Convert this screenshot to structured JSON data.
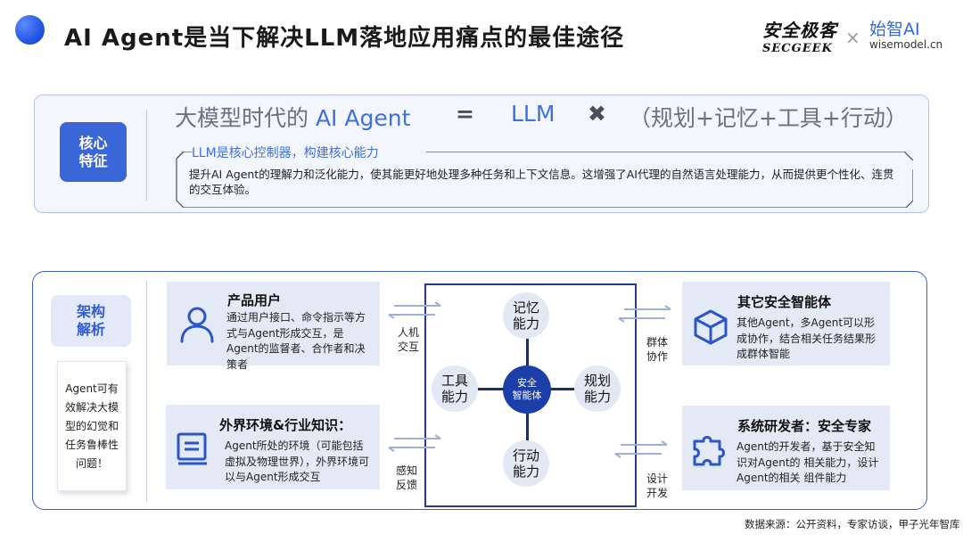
{
  "header": {
    "title": "AI Agent是当下解决LLM落地应用痛点的最佳途径",
    "logo_secgeek_cn": "安全极客",
    "logo_secgeek_en": "SECGEEK",
    "logo_sep": "×",
    "logo_wise_top": "始智AI",
    "logo_wise_bottom": "wisemodel.cn"
  },
  "core": {
    "tag": "核心\n特征",
    "formula_prefix": "大模型时代的 ",
    "formula_ai_agent": "AI Agent",
    "formula_eq": "=",
    "formula_llm": "LLM",
    "formula_times": "✖",
    "formula_plan": "（规划+记忆+工具+行动）",
    "subheading": "LLM是核心控制器，构建核心能力",
    "description": "提升AI Agent的理解力和泛化能力，使其能更好地处理多种任务和上下文信息。这增强了AI代理的自然语言处理能力，从而提供更个性化、连贯的交互体验。"
  },
  "arch": {
    "tag": "架构\n解析",
    "note": "Agent可有效解决大模型的幻觉和任务鲁棒性问题！",
    "cards": {
      "product_users": {
        "title": "产品用户",
        "desc": "通过用户接口、命令指示等方式与Agent形成交互，是Agent的监督者、合作者和决策者",
        "icon": "user-icon"
      },
      "environment": {
        "title": "外界环境&行业知识：",
        "desc": "Agent所处的环境（可能包括虚拟及物理世界），外界环境可以与Agent形成交互",
        "icon": "book-icon"
      },
      "other_agents": {
        "title": "其它安全智能体",
        "desc": "其他Agent，多Agent可以形成协作，结合相关任务结果形成群体智能",
        "icon": "cube-icon"
      },
      "system_dev": {
        "title": "系统研发者：安全专家",
        "desc": "Agent的开发者，基于安全知识对Agent的 相关能力，设计Agent的相关 组件能力",
        "icon": "puzzle-icon"
      }
    },
    "center": {
      "hub": "安全\n智能体",
      "memory": "记忆\n能力",
      "tools": "工具\n能力",
      "planning": "规划\n能力",
      "action": "行动\n能力"
    },
    "labels": {
      "human_machine": "人机\n交互",
      "perception": "感知\n反馈",
      "group": "群体\n协作",
      "design": "设计\n开发"
    }
  },
  "footer": {
    "source": "数据来源：公开资料，专家访谈，甲子光年智库"
  }
}
